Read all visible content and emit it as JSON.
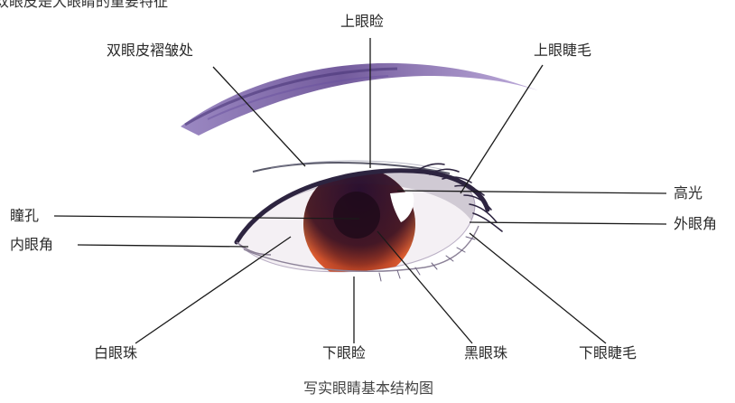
{
  "top_text": "双眼皮是大眼睛的重要特征",
  "caption": "写实眼睛基本结构图",
  "labels": {
    "upper_eyelid": "上眼睑",
    "double_eyelid_crease": "双眼皮褶皱处",
    "upper_eyelashes": "上眼睫毛",
    "highlight": "高光",
    "pupil": "瞳孔",
    "outer_canthus": "外眼角",
    "inner_canthus": "内眼角",
    "sclera": "白眼珠",
    "lower_eyelid": "下眼睑",
    "iris": "黑眼珠",
    "lower_eyelashes": "下眼睫毛"
  },
  "colors": {
    "eyebrow": "#5b3f8c",
    "iris_outer": "#c0452a",
    "iris_inner": "#3a1426",
    "lash": "#2d2440",
    "leader_line": "#1a1a1a"
  }
}
